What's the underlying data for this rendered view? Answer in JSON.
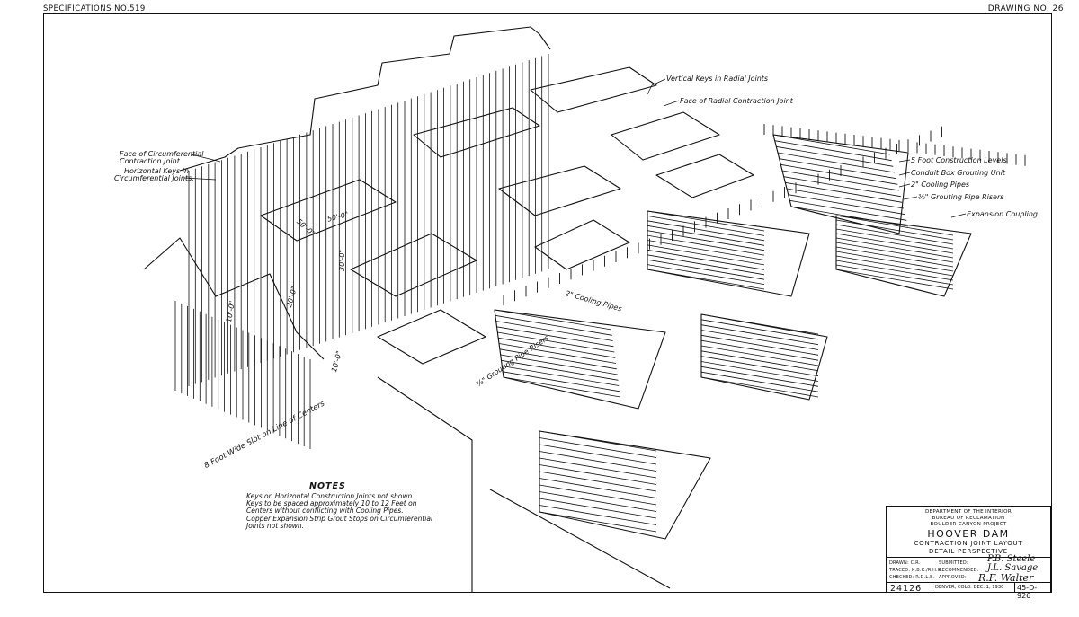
{
  "header": {
    "spec": "SPECIFICATIONS NO.519",
    "drawing": "DRAWING NO. 26"
  },
  "labels": {
    "vertical_keys": "Vertical Keys in Radial Joints",
    "face_radial": "Face of Radial Contraction Joint",
    "face_circ_1": "Face of Circumferential",
    "face_circ_2": "Contraction Joint",
    "horiz_keys_1": "Horizontal Keys in",
    "horiz_keys_2": "Circumferential Joints.",
    "five_foot": "5 Foot Construction Levels",
    "conduit": "Conduit Box Grouting Unit",
    "cooling_right": "2\" Cooling Pipes",
    "grouting_right": "⅜\" Grouting Pipe Risers",
    "expansion": "Expansion Coupling",
    "cooling_mid": "2\" Cooling Pipes",
    "grouting_mid": "⅜\" Grouting Pipe Risers",
    "slot": "8 Foot Wide Slot  on Line of Centers",
    "dim_50a": "50'-0\"",
    "dim_50b": "50'-0\"",
    "dim_30": "30'-0\"",
    "dim_20": "20'-0\"",
    "dim_10a": "10'-0\"",
    "dim_10b": "10'-0\""
  },
  "notes": {
    "title": "NOTES",
    "lines": [
      "Keys on Horizontal Construction Joints not shown.",
      "Keys to be spaced approximately 10 to 12 Feet on",
      "Centers without conflicting with Cooling Pipes.",
      "Copper Expansion Strip Grout Stops on Circumferential",
      "Joints not shown."
    ]
  },
  "title_block": {
    "dept": "DEPARTMENT OF THE INTERIOR",
    "bureau": "BUREAU OF RECLAMATION",
    "project": "BOULDER CANYON PROJECT",
    "title": "HOOVER DAM",
    "sub1": "CONTRACTION JOINT LAYOUT",
    "sub2": "DETAIL PERSPECTIVE",
    "drawn": "DRAWN: C.R.",
    "submitted": "SUBMITTED:",
    "traced": "TRACED: K.B.K./R.H.K.",
    "recommended": "RECOMMENDED:",
    "checked": "CHECKED: R.D.L.B.",
    "approved": "APPROVED:",
    "sig1": "P.B. Steele",
    "sig2": "J.L. Savage",
    "sig3": "R.F. Walter",
    "number": "24126",
    "place": "DENVER, COLO. DEC. 1, 1930",
    "code": "45-D-926"
  }
}
